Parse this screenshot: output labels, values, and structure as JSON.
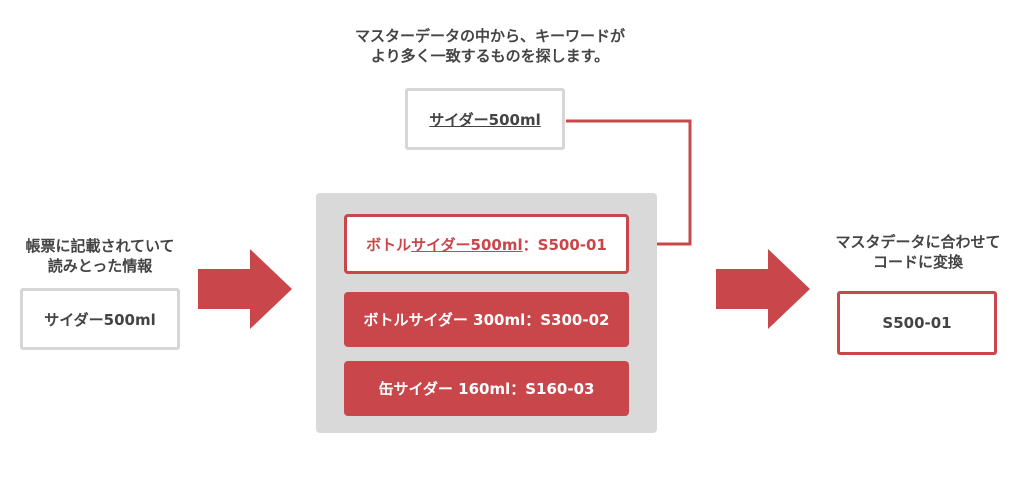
{
  "top_caption": {
    "line1": "マスターデータの中から、キーワードが",
    "line2": "より多く一致するものを探します。"
  },
  "keyword_box": {
    "text": "サイダー500ml"
  },
  "left_caption": {
    "line1": "帳票に記載されていて",
    "line2": "読みとった情報"
  },
  "input_box": {
    "text": "サイダー500ml"
  },
  "master_list": {
    "items": [
      {
        "prefix": "ボトル",
        "match": "サイダー500ml",
        "suffix": "：S500-01"
      },
      {
        "text": "ボトルサイダー 300ml：S300-02"
      },
      {
        "text": "缶サイダー 160ml：S160-03"
      }
    ]
  },
  "right_caption": {
    "line1": "マスタデータに合わせて",
    "line2": "コードに変換"
  },
  "output_box": {
    "text": "S500-01"
  },
  "colors": {
    "accent": "#c9474a",
    "panel": "#d9d9d9",
    "box_border": "#d6d6d6",
    "text": "#444444"
  }
}
